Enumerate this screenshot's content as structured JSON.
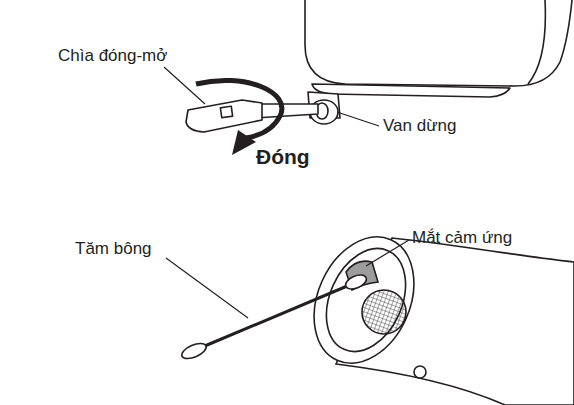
{
  "diagram": {
    "labels": [
      "Chìa đóng-mở",
      "Van dừng",
      "Đóng",
      "Tăm bông",
      "Mắt cảm ứng"
    ]
  }
}
